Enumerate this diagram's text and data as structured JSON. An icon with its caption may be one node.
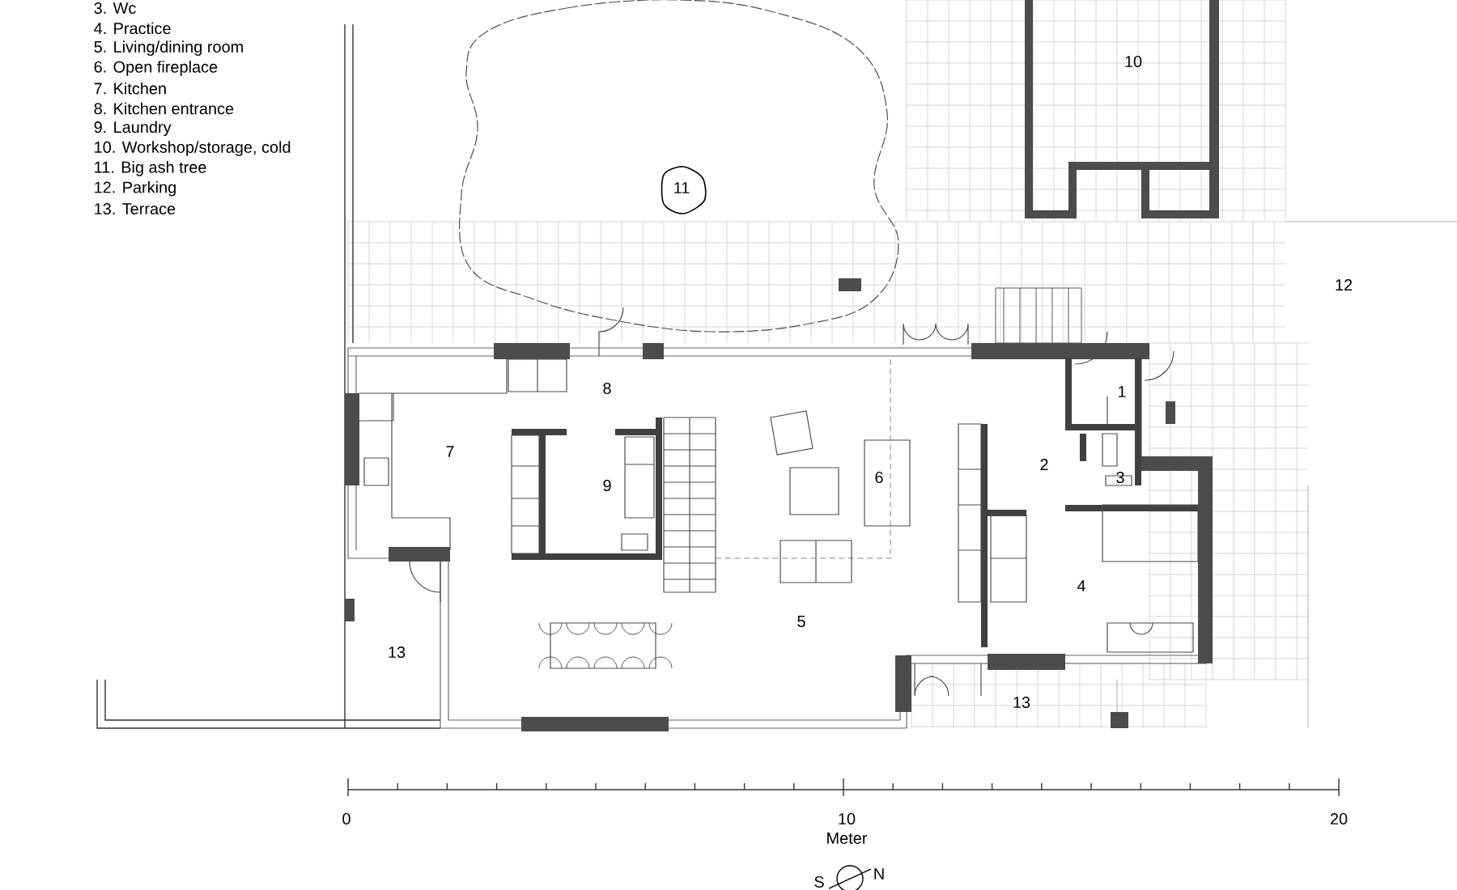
{
  "diagram": {
    "labels": [
      "3. Wc",
      "4. Practice",
      "5. Living/dining room",
      "6. Open fireplace",
      "7. Kitchen",
      "8. Kitchen entrance",
      "9. Laundry",
      "10. Workshop/storage, cold",
      "11. Big ash tree",
      "12. Parking",
      "13. Terrace",
      "10",
      "11",
      "12",
      "8",
      "1",
      "7",
      "9",
      "6",
      "2",
      "3",
      "4",
      "5",
      "13",
      "13",
      "0",
      "10",
      "20",
      "Meter",
      "S",
      "N"
    ]
  }
}
